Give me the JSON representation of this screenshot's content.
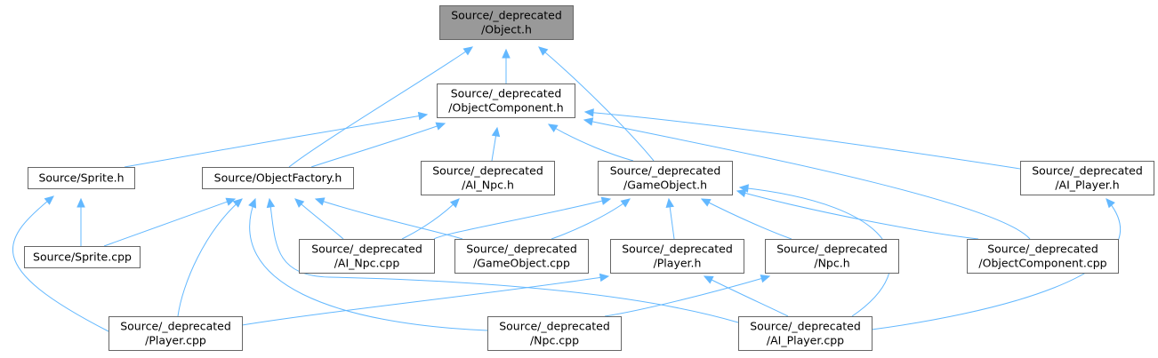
{
  "graph": {
    "nodes": [
      {
        "id": "object_h",
        "lines": [
          "Source/_deprecated",
          "/Object.h"
        ],
        "highlight": true
      },
      {
        "id": "objectcomponent_h",
        "lines": [
          "Source/_deprecated",
          "/ObjectComponent.h"
        ]
      },
      {
        "id": "sprite_h",
        "lines": [
          "Source/Sprite.h"
        ]
      },
      {
        "id": "objectfactory_h",
        "lines": [
          "Source/ObjectFactory.h"
        ]
      },
      {
        "id": "ai_npc_h",
        "lines": [
          "Source/_deprecated",
          "/AI_Npc.h"
        ]
      },
      {
        "id": "gameobject_h",
        "lines": [
          "Source/_deprecated",
          "/GameObject.h"
        ]
      },
      {
        "id": "ai_player_h",
        "lines": [
          "Source/_deprecated",
          "/AI_Player.h"
        ]
      },
      {
        "id": "sprite_cpp",
        "lines": [
          "Source/Sprite.cpp"
        ]
      },
      {
        "id": "ai_npc_cpp",
        "lines": [
          "Source/_deprecated",
          "/AI_Npc.cpp"
        ]
      },
      {
        "id": "gameobject_cpp",
        "lines": [
          "Source/_deprecated",
          "/GameObject.cpp"
        ]
      },
      {
        "id": "player_h",
        "lines": [
          "Source/_deprecated",
          "/Player.h"
        ]
      },
      {
        "id": "npc_h",
        "lines": [
          "Source/_deprecated",
          "/Npc.h"
        ]
      },
      {
        "id": "objectcomponent_cpp",
        "lines": [
          "Source/_deprecated",
          "/ObjectComponent.cpp"
        ]
      },
      {
        "id": "player_cpp",
        "lines": [
          "Source/_deprecated",
          "/Player.cpp"
        ]
      },
      {
        "id": "npc_cpp",
        "lines": [
          "Source/_deprecated",
          "/Npc.cpp"
        ]
      },
      {
        "id": "ai_player_cpp",
        "lines": [
          "Source/_deprecated",
          "/AI_Player.cpp"
        ]
      }
    ],
    "edges": [
      {
        "from": "object_h",
        "to": "objectcomponent_h"
      },
      {
        "from": "object_h",
        "to": "objectfactory_h"
      },
      {
        "from": "object_h",
        "to": "gameobject_h"
      },
      {
        "from": "objectcomponent_h",
        "to": "sprite_h"
      },
      {
        "from": "objectcomponent_h",
        "to": "objectfactory_h"
      },
      {
        "from": "objectcomponent_h",
        "to": "ai_npc_h"
      },
      {
        "from": "objectcomponent_h",
        "to": "gameobject_h"
      },
      {
        "from": "objectcomponent_h",
        "to": "ai_player_h"
      },
      {
        "from": "objectcomponent_h",
        "to": "objectcomponent_cpp"
      },
      {
        "from": "sprite_h",
        "to": "sprite_cpp"
      },
      {
        "from": "sprite_h",
        "to": "player_cpp"
      },
      {
        "from": "objectfactory_h",
        "to": "sprite_cpp"
      },
      {
        "from": "objectfactory_h",
        "to": "ai_npc_cpp"
      },
      {
        "from": "objectfactory_h",
        "to": "gameobject_cpp"
      },
      {
        "from": "objectfactory_h",
        "to": "player_cpp"
      },
      {
        "from": "objectfactory_h",
        "to": "npc_cpp"
      },
      {
        "from": "objectfactory_h",
        "to": "ai_player_cpp"
      },
      {
        "from": "ai_npc_h",
        "to": "ai_npc_cpp"
      },
      {
        "from": "gameobject_h",
        "to": "ai_npc_cpp"
      },
      {
        "from": "gameobject_h",
        "to": "gameobject_cpp"
      },
      {
        "from": "gameobject_h",
        "to": "player_h"
      },
      {
        "from": "gameobject_h",
        "to": "npc_h"
      },
      {
        "from": "gameobject_h",
        "to": "objectcomponent_cpp"
      },
      {
        "from": "gameobject_h",
        "to": "ai_player_cpp"
      },
      {
        "from": "ai_player_h",
        "to": "ai_player_cpp"
      },
      {
        "from": "player_h",
        "to": "player_cpp"
      },
      {
        "from": "player_h",
        "to": "ai_player_cpp"
      },
      {
        "from": "npc_h",
        "to": "npc_cpp"
      }
    ]
  },
  "colors": {
    "edge": "#63b8ff",
    "node_border": "#666666",
    "node_fill": "#ffffff",
    "highlight_fill": "#999999"
  }
}
